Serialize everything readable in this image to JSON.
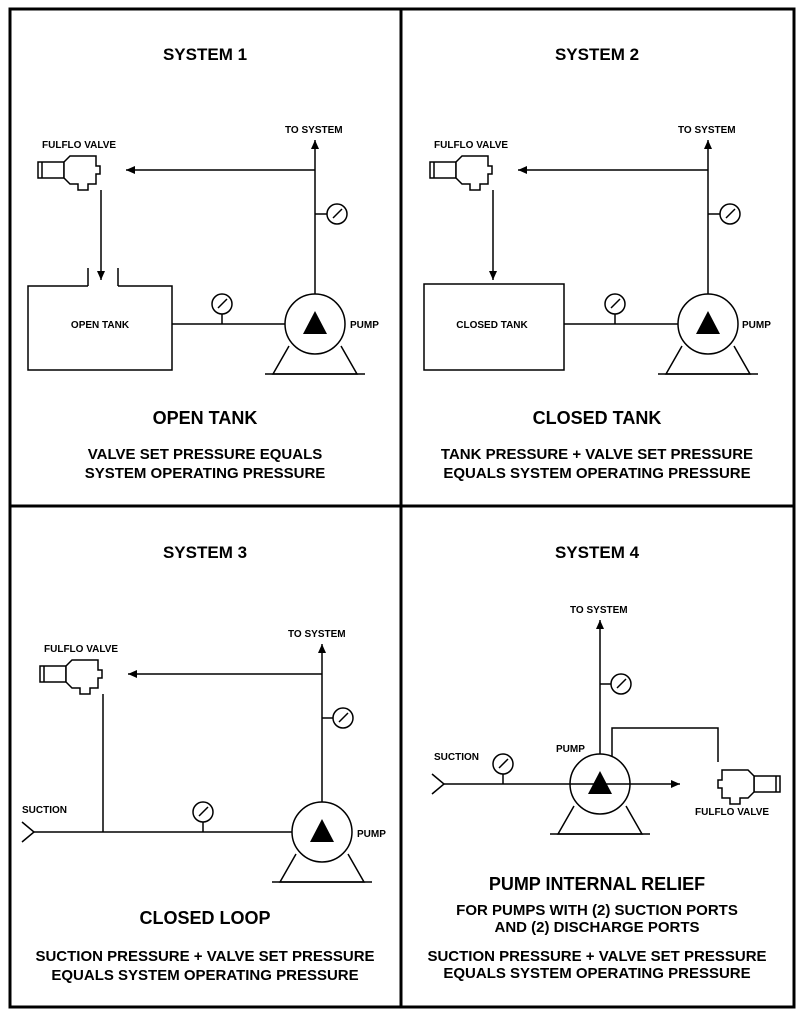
{
  "panels": [
    {
      "system_title": "SYSTEM 1",
      "valve_label": "FULFLO VALVE",
      "to_system_label": "TO SYSTEM",
      "tank_label": "OPEN TANK",
      "pump_label": "PUMP",
      "heading": "OPEN TANK",
      "desc_line1": "VALVE SET PRESSURE EQUALS",
      "desc_line2": "SYSTEM OPERATING PRESSURE"
    },
    {
      "system_title": "SYSTEM 2",
      "valve_label": "FULFLO VALVE",
      "to_system_label": "TO SYSTEM",
      "tank_label": "CLOSED TANK",
      "pump_label": "PUMP",
      "heading": "CLOSED TANK",
      "desc_line1": "TANK PRESSURE + VALVE SET PRESSURE",
      "desc_line2": "EQUALS SYSTEM OPERATING PRESSURE"
    },
    {
      "system_title": "SYSTEM 3",
      "valve_label": "FULFLO VALVE",
      "to_system_label": "TO SYSTEM",
      "suction_label": "SUCTION",
      "pump_label": "PUMP",
      "heading": "CLOSED LOOP",
      "desc_line1": "SUCTION PRESSURE + VALVE SET PRESSURE",
      "desc_line2": "EQUALS SYSTEM OPERATING PRESSURE"
    },
    {
      "system_title": "SYSTEM 4",
      "to_system_label": "TO SYSTEM",
      "suction_label": "SUCTION",
      "pump_label": "PUMP",
      "valve_label": "FULFLO VALVE",
      "heading": "PUMP INTERNAL RELIEF",
      "note_line1": "FOR PUMPS WITH (2) SUCTION PORTS",
      "note_line2": "AND (2) DISCHARGE PORTS",
      "desc_line1": "SUCTION PRESSURE + VALVE SET PRESSURE",
      "desc_line2": "EQUALS SYSTEM OPERATING PRESSURE"
    }
  ]
}
